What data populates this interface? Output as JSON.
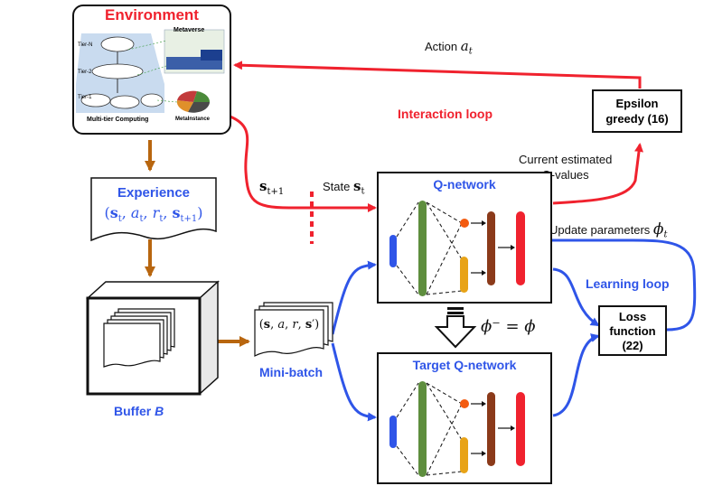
{
  "environment": {
    "title": "Environment",
    "tiers": [
      "Tier-N",
      "Tier-2",
      "Tier-1"
    ],
    "caption": "Multi-tier Computing",
    "metaverse_label": "Metaverse",
    "metainstance_label": "MetaInstance"
  },
  "action": {
    "text": "Action",
    "symbol": "a",
    "subscript": "t"
  },
  "interaction_loop": "Interaction loop",
  "epsilon": {
    "line1": "Epsilon",
    "line2": "greedy (16)"
  },
  "current_q": {
    "line1": "Current estimated",
    "line2": "Q-values"
  },
  "experience": {
    "title": "Experience",
    "tuple": "(s<sub>t</sub>, a<sub>t</sub>, r<sub>t</sub>, s<sub>t+1</sub>)"
  },
  "next_state": {
    "symbol": "s",
    "subscript": "t+1"
  },
  "state": {
    "text": "State",
    "symbol": "s",
    "subscript": "t"
  },
  "q_network": "Q-network",
  "update_params": {
    "text": "Update parameters",
    "symbol": "ϕ",
    "subscript": "t"
  },
  "learning_loop": "Learning loop",
  "loss": {
    "line1": "Loss",
    "line2": "function",
    "line3": "(22)"
  },
  "phi_eq": "ϕ⁻ = ϕ",
  "minibatch": {
    "tuple": "(s, a, r, s′)",
    "label": "Mini-batch"
  },
  "target_q_network": "Target Q-network",
  "buffer": {
    "text": "Buffer",
    "symbol": "B"
  },
  "colors": {
    "red": "#f0222e",
    "blue": "#2f55e8",
    "brown": "#b8660f",
    "green": "#5e8e3e",
    "orange": "#e8a317",
    "darkred": "#8b3a1a"
  }
}
